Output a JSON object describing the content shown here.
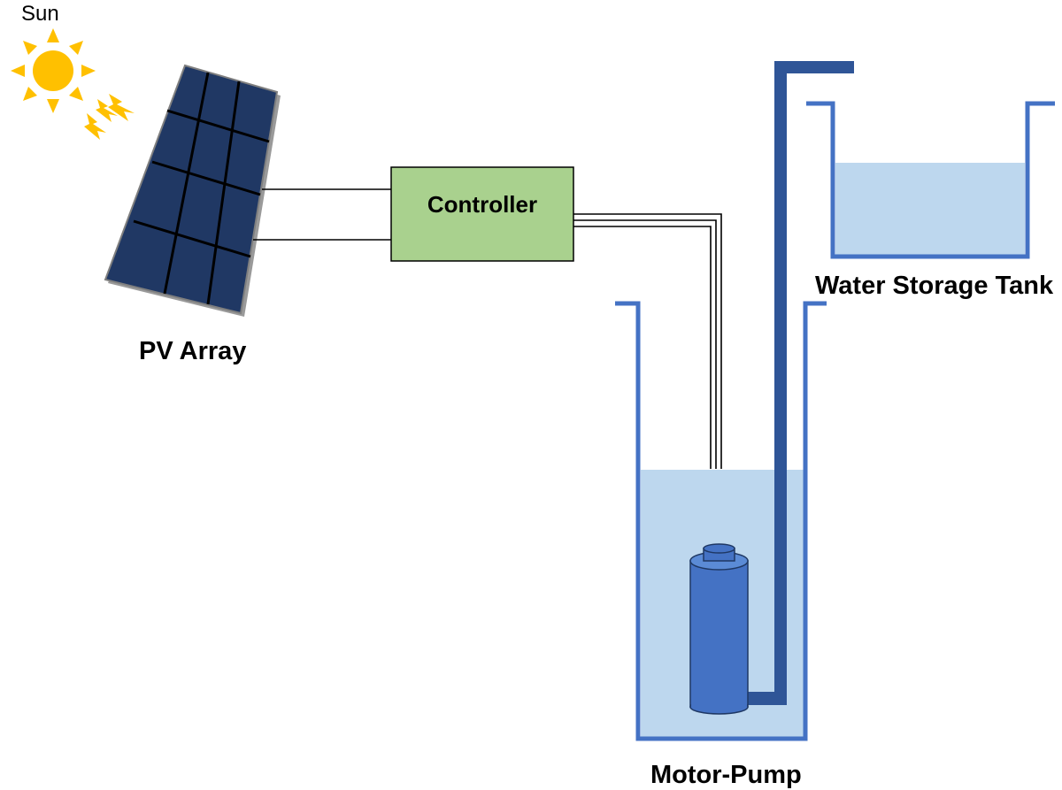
{
  "labels": {
    "sun": "Sun",
    "pv_array": "PV Array",
    "controller": "Controller",
    "water_storage_tank": "Water Storage Tank",
    "motor_pump": "Motor-Pump"
  },
  "colors": {
    "sun_yellow": "#FFC000",
    "panel_fill": "#203864",
    "panel_frame": "#808080",
    "controller_fill": "#A9D18E",
    "container_outline": "#4472C4",
    "water_fill": "#BDD7EE",
    "pipe": "#2F5597",
    "pump_body": "#4472C4",
    "wire": "#000000"
  },
  "components": [
    {
      "name": "sun",
      "icon": "sun-icon"
    },
    {
      "name": "pv-array",
      "icon": "solar-panel-icon"
    },
    {
      "name": "controller",
      "icon": "controller-box"
    },
    {
      "name": "motor-pump",
      "icon": "pump-icon"
    },
    {
      "name": "well",
      "icon": "water-well"
    },
    {
      "name": "water-storage-tank",
      "icon": "tank-icon"
    }
  ]
}
